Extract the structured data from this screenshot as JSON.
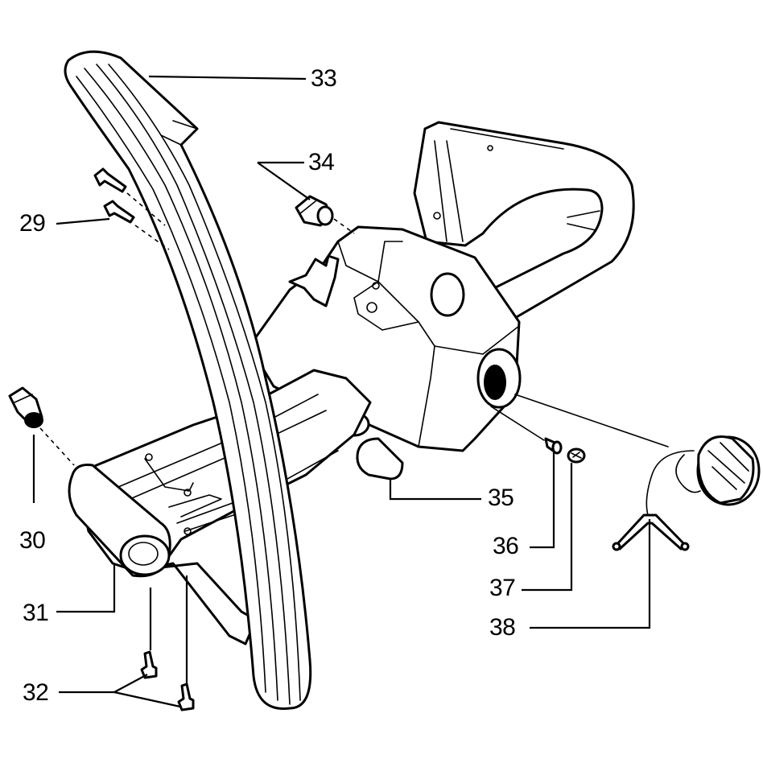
{
  "diagram": {
    "background": "#ffffff",
    "line_color": "#000000",
    "callouts": [
      {
        "id": "29",
        "text": "29"
      },
      {
        "id": "30",
        "text": "30"
      },
      {
        "id": "31",
        "text": "31"
      },
      {
        "id": "32",
        "text": "32"
      },
      {
        "id": "33",
        "text": "33"
      },
      {
        "id": "34",
        "text": "34"
      },
      {
        "id": "35",
        "text": "35"
      },
      {
        "id": "36",
        "text": "36"
      },
      {
        "id": "37",
        "text": "37"
      },
      {
        "id": "38",
        "text": "38"
      }
    ]
  }
}
